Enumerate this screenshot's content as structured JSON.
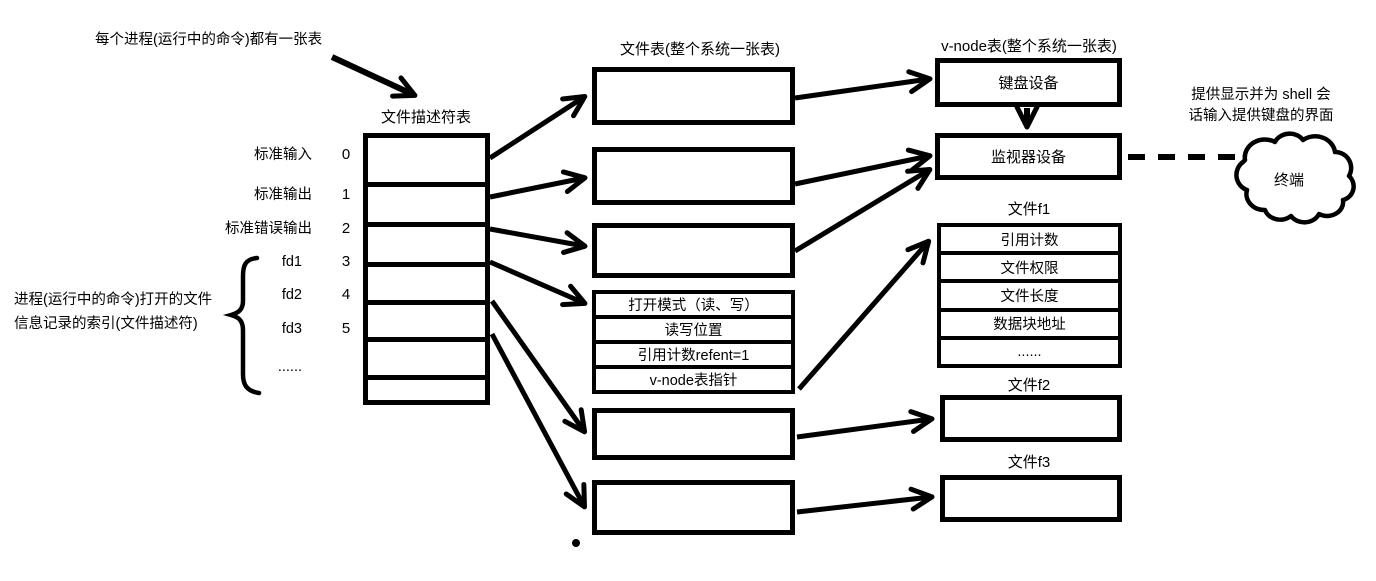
{
  "colors": {
    "ink": "#000000",
    "background": "#ffffff"
  },
  "annotations": {
    "process_note": "每个进程(运行中的命令)都有一张表",
    "fd_index_note_line1": "进程(运行中的命令)打开的文件",
    "fd_index_note_line2": "信息记录的索引(文件描述符)",
    "terminal_note_line1": "提供显示并为 shell 会",
    "terminal_note_line2": "话输入提供键盘的界面"
  },
  "fd_table": {
    "title": "文件描述符表",
    "rows": [
      {
        "label": "标准输入",
        "num": "0"
      },
      {
        "label": "标准输出",
        "num": "1"
      },
      {
        "label": "标准错误输出",
        "num": "2"
      },
      {
        "label": "fd1",
        "num": "3"
      },
      {
        "label": "fd2",
        "num": "4"
      },
      {
        "label": "fd3",
        "num": "5"
      },
      {
        "label": "......",
        "num": ""
      }
    ]
  },
  "file_table": {
    "title": "文件表(整个系统一张表)",
    "open_file_entry": {
      "rows": [
        "打开模式（读、写）",
        "读写位置",
        "引用计数refent=1",
        "v-node表指针"
      ]
    }
  },
  "vnode_table": {
    "title": "v-node表(整个系统一张表)",
    "keyboard_device": "键盘设备",
    "monitor_device": "监视器设备",
    "file_f1": {
      "title": "文件f1",
      "rows": [
        "引用计数",
        "文件权限",
        "文件长度",
        "数据块地址",
        "......"
      ]
    },
    "file_f2": {
      "title": "文件f2"
    },
    "file_f3": {
      "title": "文件f3"
    }
  },
  "terminal": {
    "label": "终端"
  }
}
